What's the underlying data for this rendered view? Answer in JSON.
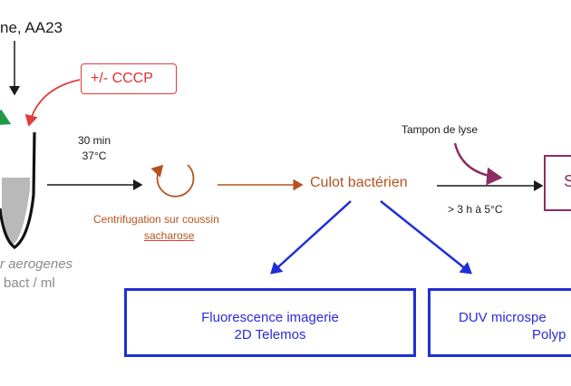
{
  "labels": {
    "top_substrate": "ne, AA23",
    "cccp": "+/- CCCP",
    "incubation_time": "30  min",
    "incubation_temp": "37°C",
    "centrifugation_line1": "Centrifugation sur coussin",
    "centrifugation_line2": "sacharose",
    "culot": "Culot bactérien",
    "tampon": "Tampon de lyse",
    "lyse_conditions": ">  3 h  à 5°C",
    "species": "r aerogenes",
    "concentration": "bact / ml",
    "box_right_cut": "S",
    "box1_line1": "Fluorescence imagerie",
    "box1_line2": "2D    Telemos",
    "box2_line1": "DUV microspe",
    "box2_line2": "Polyp"
  },
  "colors": {
    "blue": "#1f2fd6",
    "brown": "#b5521e",
    "red": "#e23b3b",
    "green": "#1e9a4a",
    "purple": "#8a2e63"
  }
}
